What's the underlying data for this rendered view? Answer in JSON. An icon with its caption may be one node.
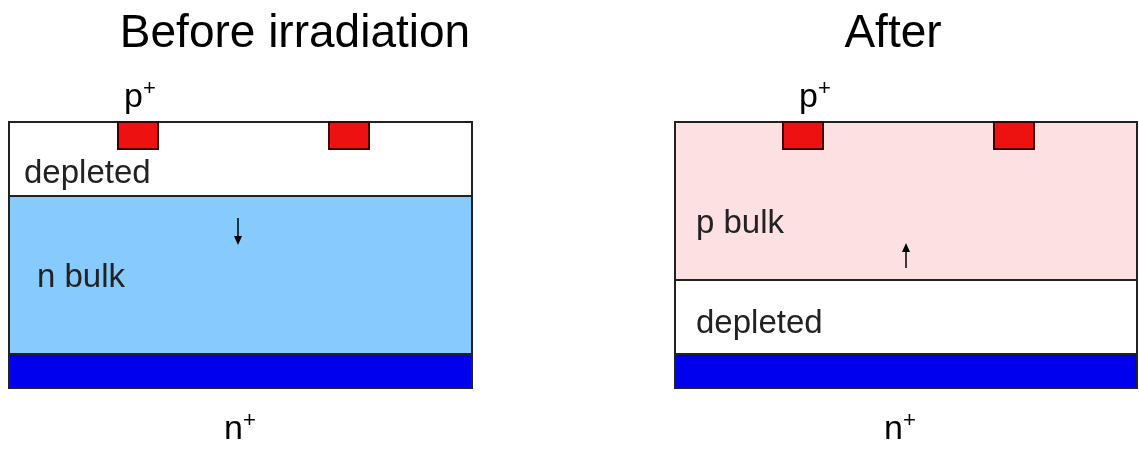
{
  "diagram": {
    "nodes": [
      {
        "text": [
          "depleted"
        ]
      },
      {
        "text": [
          "n bulk"
        ]
      },
      {
        "text": [
          "p bulk"
        ]
      },
      {
        "text": [
          "depleted"
        ]
      },
      {
        "text": [],
        "shape": "bar"
      },
      {
        "text": [],
        "shape": "bar"
      }
    ],
    "labels": [
      "Before irradiation",
      "After",
      "p$^{+}$",
      "p$^{+}$",
      "n$^{+}$",
      "n$^{+}$"
    ]
  }
}
